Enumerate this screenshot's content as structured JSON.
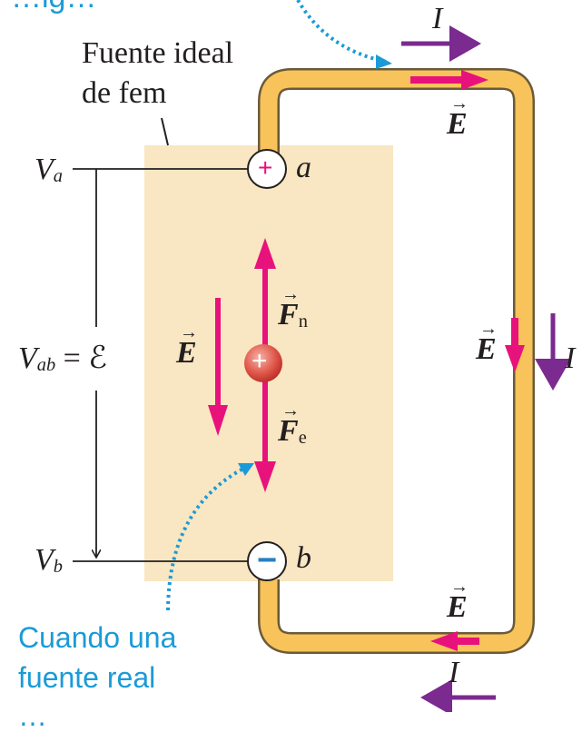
{
  "labels": {
    "top_caption_fragment": "…ig…",
    "source_label_line1": "Fuente ideal",
    "source_label_line2": "de fem",
    "current_symbol": "I",
    "field_symbol": "E",
    "force_symbol": "F",
    "force_n_sub": "n",
    "force_e_sub": "e",
    "terminal_a": "a",
    "terminal_b": "b",
    "plus_sign": "+",
    "minus_sign": "−",
    "potential_symbol": "V",
    "sub_a": "a",
    "sub_b": "b",
    "sub_ab": "ab",
    "emf_equation": "= ℰ",
    "bottom_caption_line1": "Cuando una",
    "bottom_caption_line2": "fuente real",
    "bottom_caption_line3": "…"
  },
  "colors": {
    "wire": "#f7c35a",
    "wire_outline": "#6b5a3a",
    "source_box": "#f9e6c2",
    "field_arrow": "#e8127c",
    "current_arrow": "#7b2a8f",
    "caption_blue": "#1a9bd7"
  }
}
